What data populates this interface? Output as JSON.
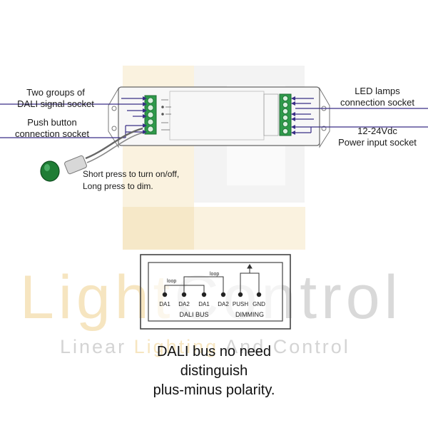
{
  "watermark": {
    "line1_part1": "Light",
    "line1_part2": "Control",
    "line2_part1": "Linear ",
    "line2_part2": "Lighting",
    "line2_part3": " And Control"
  },
  "callouts": {
    "dali_socket": [
      "Two groups of",
      "DALI signal socket"
    ],
    "push_socket": [
      "Push button",
      "connection socket"
    ],
    "led_socket": [
      "LED lamps",
      "connection socket"
    ],
    "power_socket": [
      "12-24Vdc",
      "Power input socket"
    ]
  },
  "push_caption": [
    "Short press to turn on/off,",
    "Long press to dim."
  ],
  "terminal_panel": {
    "loop_label": "loop",
    "terminals": [
      "DA1",
      "DA2",
      "DA1",
      "DA2",
      "PUSH",
      "GND"
    ],
    "group_dali": "DALI BUS",
    "group_dimming": "DIMMING"
  },
  "note": [
    "DALI bus no need",
    "distinguish",
    "plus-minus polarity."
  ],
  "colors": {
    "wire_purple": "#3a2f86",
    "terminal_green": "#2e9a4a",
    "button_green": "#1f7d35",
    "watermark_gold": "#eed08c",
    "watermark_gray": "#aaaaaa"
  }
}
